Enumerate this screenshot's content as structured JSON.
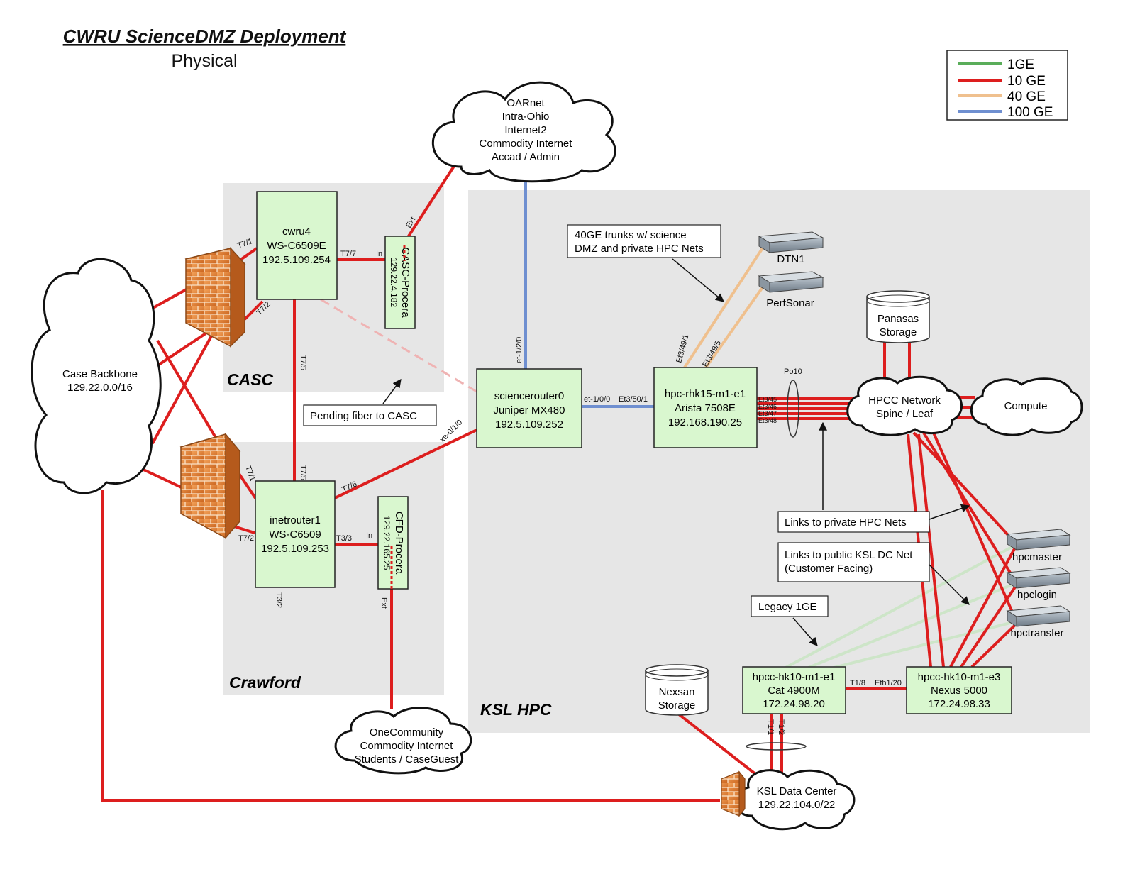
{
  "title": "CWRU ScienceDMZ Deployment",
  "subtitle": "Physical",
  "legend": [
    {
      "label": "1GE",
      "color": "#5aad5a"
    },
    {
      "label": "10 GE",
      "color": "#dd1e1e"
    },
    {
      "label": "40 GE",
      "color": "#efc08e"
    },
    {
      "label": "100 GE",
      "color": "#6f8fd0"
    }
  ],
  "colors": {
    "zone_fill": "#e6e6e6",
    "node_fill": "#d9f7cf",
    "line_10ge": "#dd1e1e",
    "line_40ge": "#efc08e",
    "line_100ge": "#6f8fd0",
    "line_1ge_legacy": "#cde5c8",
    "pending": "#efb3b3"
  },
  "zones": {
    "casc": "CASC",
    "crawford": "Crawford",
    "ksl": "KSL HPC"
  },
  "clouds": {
    "oarnet": [
      "OARnet",
      "Intra-Ohio",
      "Internet2",
      "Commodity Internet",
      "Accad / Admin"
    ],
    "backbone": [
      "Case Backbone",
      "129.22.0.0/16"
    ],
    "onecommunity": [
      "OneCommunity",
      "Commodity Internet",
      "Students / CaseGuest"
    ],
    "ksldc": [
      "KSL Data Center",
      "129.22.104.0/22"
    ],
    "hpcc": [
      "HPCC Network",
      "Spine / Leaf"
    ],
    "compute": [
      "Compute"
    ]
  },
  "nodes": {
    "cwru4": [
      "cwru4",
      "WS-C6509E",
      "192.5.109.254"
    ],
    "inetrouter1": [
      "inetrouter1",
      "WS-C6509",
      "192.5.109.253"
    ],
    "sciencerouter0": [
      "sciencerouter0",
      "Juniper MX480",
      "192.5.109.252"
    ],
    "arista": [
      "hpc-rhk15-m1-e1",
      "Arista 7508E",
      "192.168.190.25"
    ],
    "cat": [
      "hpcc-hk10-m1-e1",
      "Cat 4900M",
      "172.24.98.20"
    ],
    "nexus": [
      "hpcc-hk10-m1-e3",
      "Nexus 5000",
      "172.24.98.33"
    ],
    "casc_procera": [
      "CASC-Procera",
      "129.22.4.182"
    ],
    "cfd_procera": [
      "CFD-Procera",
      "129.22.165.25"
    ]
  },
  "storage": {
    "panasas": [
      "Panasas",
      "Storage"
    ],
    "nexsan": [
      "Nexsan",
      "Storage"
    ]
  },
  "servers": {
    "dtn1": "DTN1",
    "perfsonar": "PerfSonar",
    "hpcmaster": "hpcmaster",
    "hpclogin": "hpclogin",
    "hpctransfer": "hpctransfer"
  },
  "callouts": {
    "trunks": [
      "40GE trunks w/ science",
      "DMZ and private HPC Nets"
    ],
    "pending": "Pending fiber to CASC",
    "private": "Links to private HPC Nets",
    "public": [
      "Links to public KSL DC Net",
      "(Customer Facing)"
    ],
    "legacy": "Legacy 1GE"
  },
  "ports": {
    "t7_1_top": "T7/1",
    "t7_2_top": "T7/2",
    "t7_7": "T7/7",
    "in_casc": "In",
    "ext_casc": "Ext",
    "t7_5_a": "T7/5",
    "t7_5_b": "T7/5",
    "t7_1_bot": "T7/1",
    "t7_2_bot": "T7/2",
    "t7_6": "T7/6",
    "t3_3": "T3/3",
    "in_cfd": "In",
    "ext_cfd": "Ext",
    "t3_2": "T3/2",
    "xe": "xe-0/1/0",
    "et_1_2_0": "et-1/2/0",
    "et_1_0_0": "et-1/0/0",
    "et3_50_1": "Et3/50/1",
    "et3_49_1": "Et3/49/1",
    "et3_49_5": "Et3/49/5",
    "po10": "Po10",
    "et3_45": "Et3/45",
    "et3_46": "Et3/46",
    "et3_47": "Et3/47",
    "et3_48": "Et3/48",
    "t1_8": "T1/8",
    "eth1_20": "Eth1/20",
    "t1_1": "T1/1",
    "t1_2": "T1/2"
  }
}
